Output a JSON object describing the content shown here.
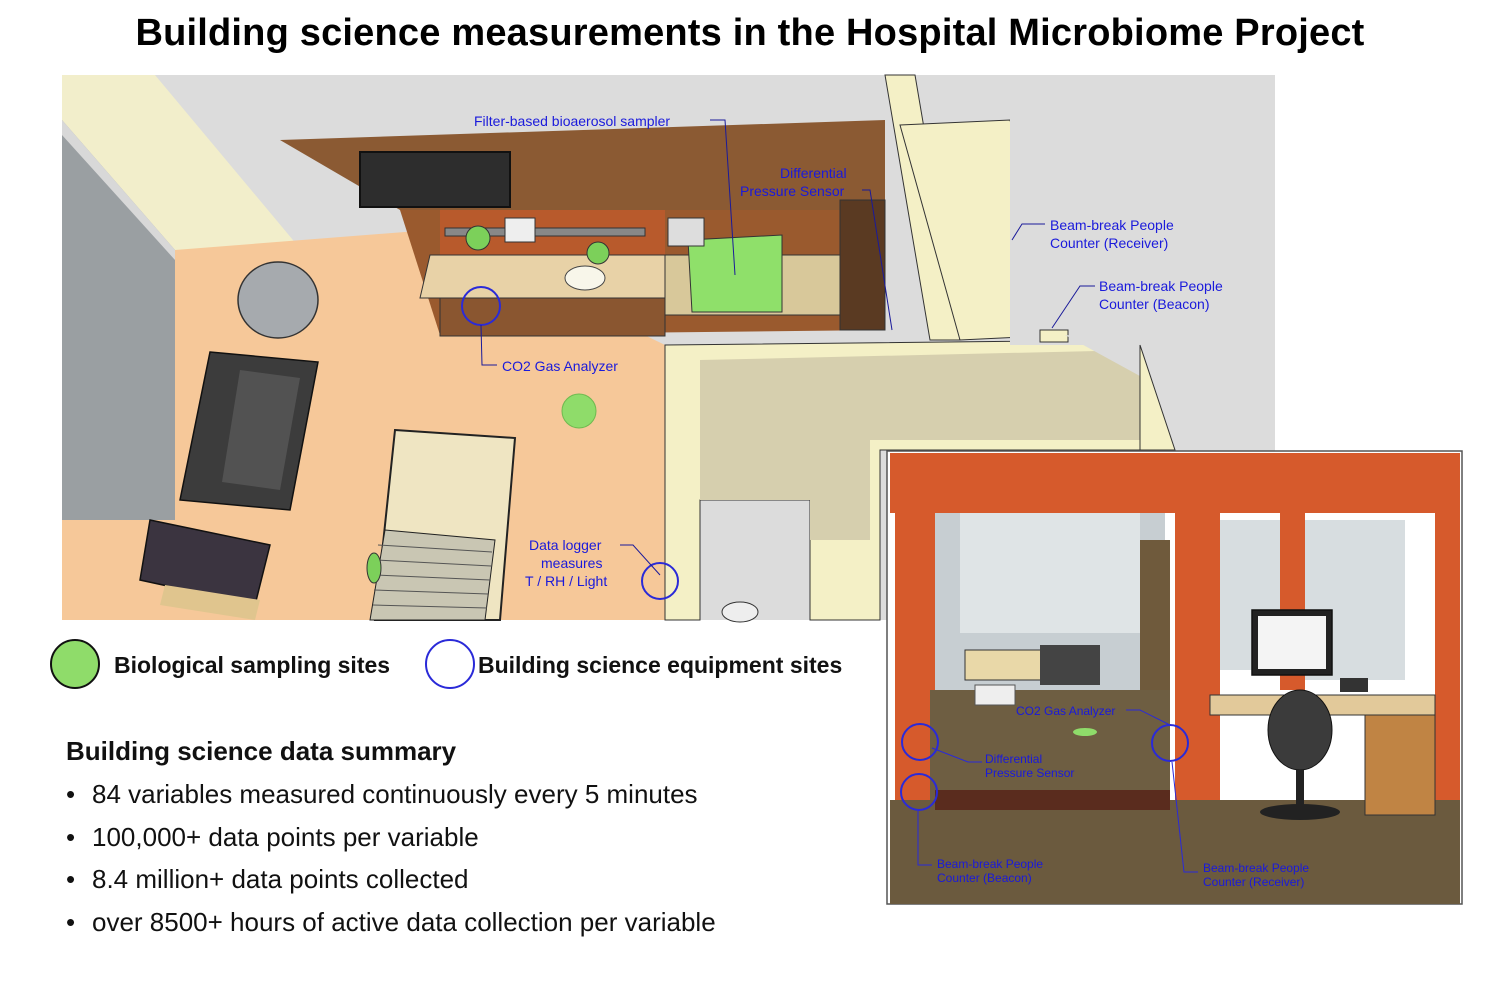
{
  "title": "Building science measurements in the Hospital Microbiome Project",
  "main_labels": {
    "filter_sampler": "Filter-based bioaerosol sampler",
    "diff_pressure_1": "Differential",
    "diff_pressure_2": "Pressure Sensor",
    "beam_receiver_1": "Beam-break People",
    "beam_receiver_2": "Counter (Receiver)",
    "beam_beacon_1": "Beam-break People",
    "beam_beacon_2": "Counter (Beacon)",
    "co2": "CO2 Gas Analyzer",
    "logger_1": "Data logger",
    "logger_2": "measures",
    "logger_3": "T / RH / Light"
  },
  "inset_labels": {
    "co2": "CO2 Gas Analyzer",
    "diff_pressure_1": "Differential",
    "diff_pressure_2": "Pressure Sensor",
    "beam_beacon_1": "Beam-break People",
    "beam_beacon_2": "Counter (Beacon)",
    "beam_receiver_1": "Beam-break People",
    "beam_receiver_2": "Counter (Receiver)"
  },
  "legend": {
    "biological": "Biological sampling sites",
    "equipment": "Building science equipment sites",
    "biological_color": "#8fdc6a",
    "equipment_color": "#2a2ad8"
  },
  "summary": {
    "heading": "Building science data summary",
    "bullet_char": "•",
    "items": [
      "84 variables measured continuously every 5 minutes",
      "100,000+ data points per variable",
      "8.4 million+ data points collected",
      "over 8500+ hours of active data collection per variable"
    ]
  }
}
